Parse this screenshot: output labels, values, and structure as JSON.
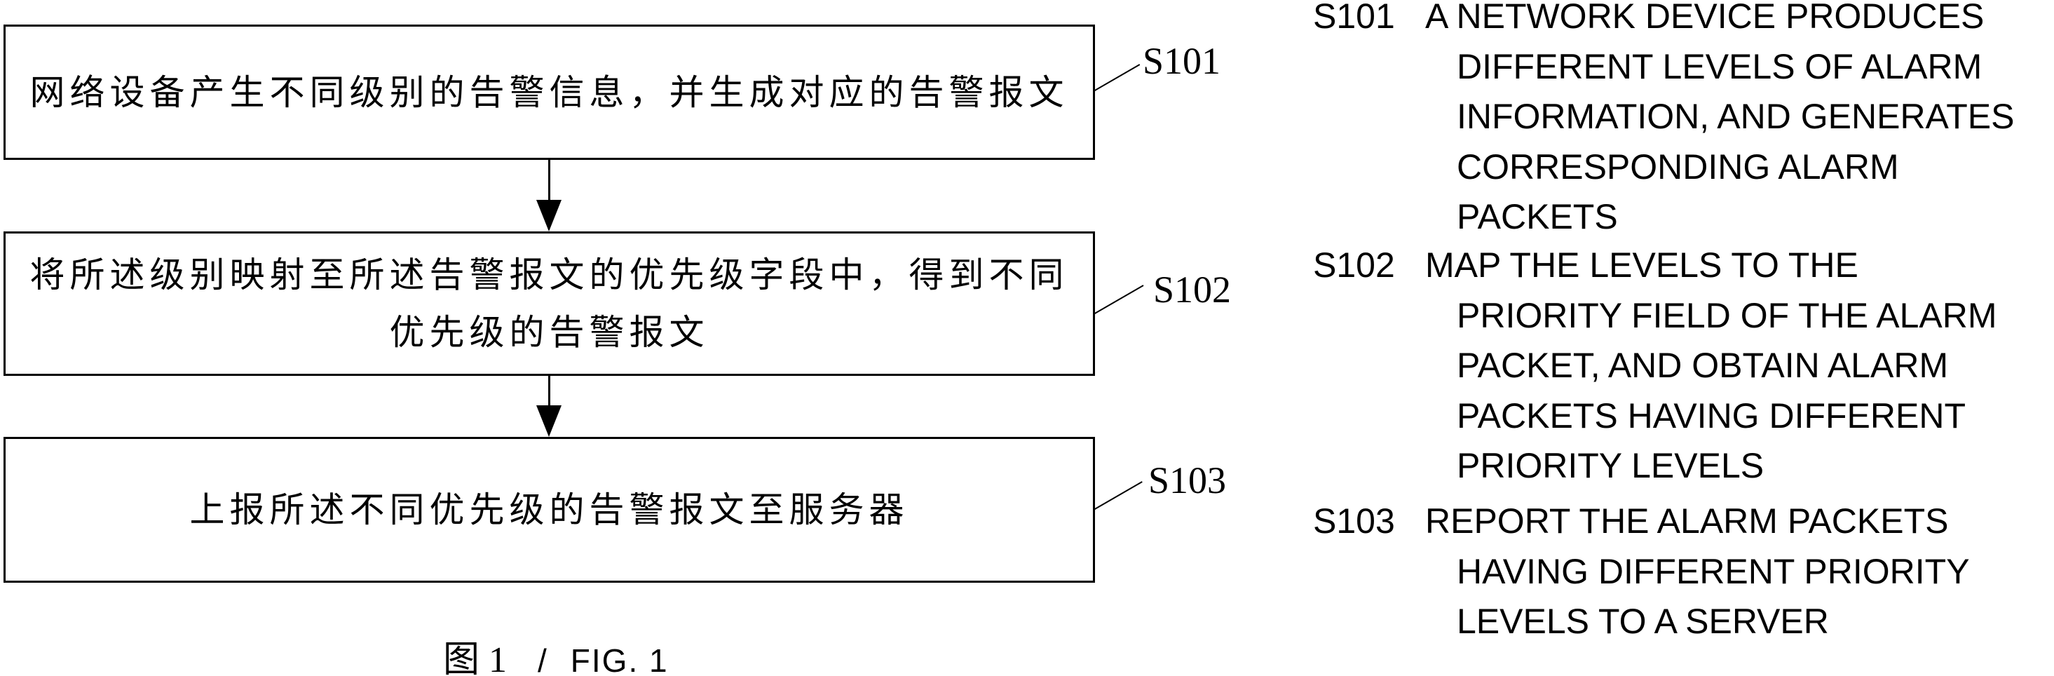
{
  "page": {
    "background": "#ffffff",
    "ink": "#000000"
  },
  "flowchart": {
    "steps": [
      {
        "label": "S101",
        "lines": [
          "网络设备产生不同级别的告警信息，并生成对应的告警报文"
        ]
      },
      {
        "label": "S102",
        "lines": [
          "将所述级别映射至所述告警报文的优先级字段中，得到不同",
          "优先级的告警报文"
        ]
      },
      {
        "label": "S103",
        "lines": [
          "上报所述不同优先级的告警报文至服务器"
        ]
      }
    ]
  },
  "translation": {
    "items": [
      {
        "label": "S101",
        "lines": [
          "A NETWORK DEVICE PRODUCES",
          "DIFFERENT LEVELS OF ALARM",
          "INFORMATION, AND GENERATES",
          "CORRESPONDING ALARM",
          "PACKETS"
        ]
      },
      {
        "label": "S102",
        "lines": [
          "MAP THE LEVELS TO THE",
          "PRIORITY FIELD OF THE ALARM",
          "PACKET, AND OBTAIN ALARM",
          "PACKETS HAVING DIFFERENT",
          "PRIORITY LEVELS"
        ]
      },
      {
        "label": "S103",
        "lines": [
          "REPORT THE ALARM PACKETS",
          "HAVING DIFFERENT PRIORITY",
          "LEVELS TO A SERVER"
        ]
      }
    ]
  },
  "caption": {
    "zh": "图 1",
    "separator": "/",
    "en": "FIG. 1"
  }
}
